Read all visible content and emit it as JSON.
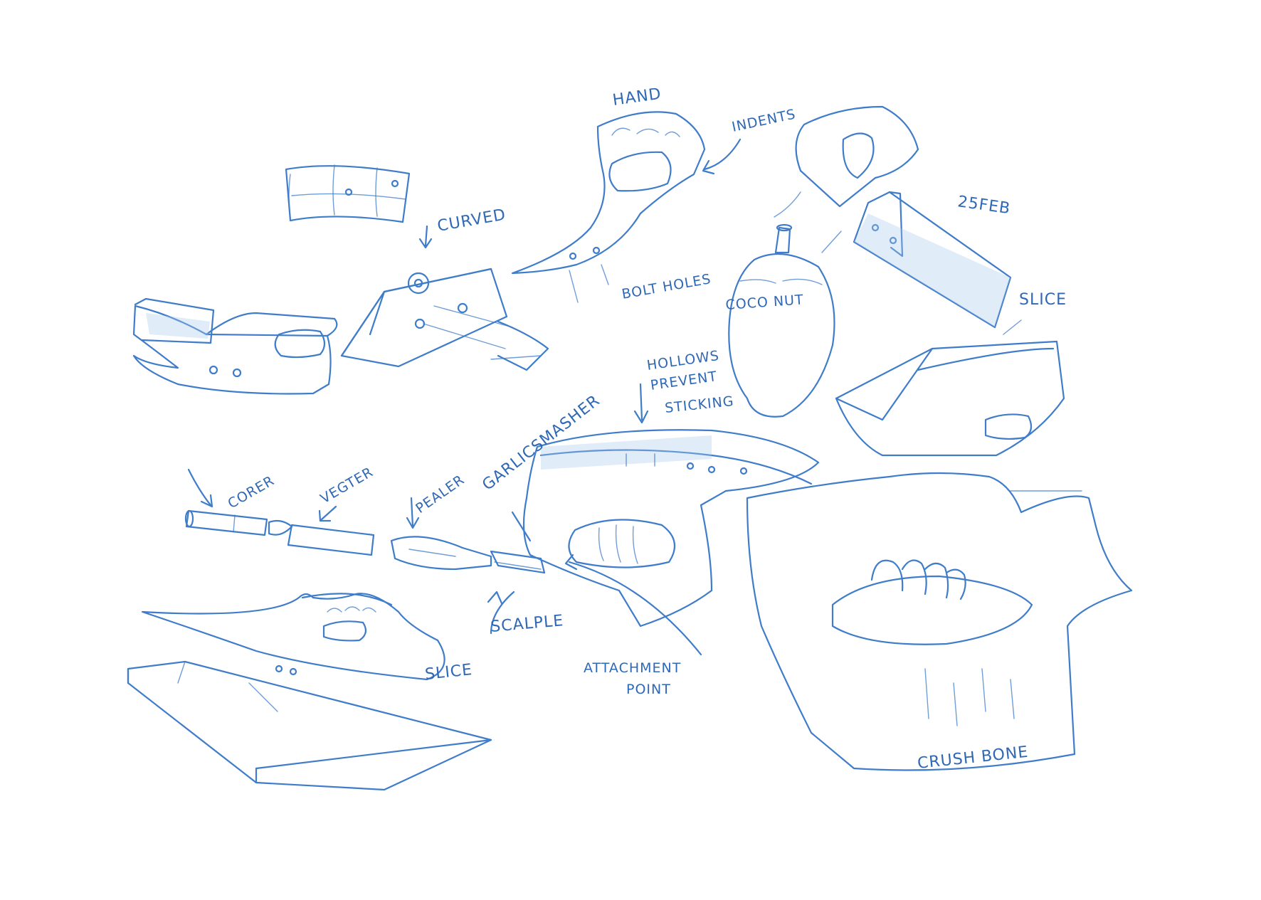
{
  "sketch": {
    "ink_color": "#3f7cc9",
    "labels": {
      "hand": "HAND",
      "indents": "INDENTS",
      "curved": "CURVED",
      "bolt_holes": "BOLT HOLES",
      "date": "25FEB",
      "coconut": "COCO NUT",
      "slice_top": "SLICE",
      "hollows_line1": "HOLLOWS",
      "hollows_line2": "PREVENT",
      "hollows_line3": "STICKING",
      "garlic_smasher": "GARLICSMASHER",
      "corer": "CORER",
      "vegetable": "VEGTER",
      "peeler": "PEALER",
      "scalpel": "SCALPLE",
      "slice_bottom": "SLICE",
      "attachment_line1": "ATTACHMENT",
      "attachment_line2": "POINT",
      "crush_bone": "CRUSH BONE"
    }
  }
}
